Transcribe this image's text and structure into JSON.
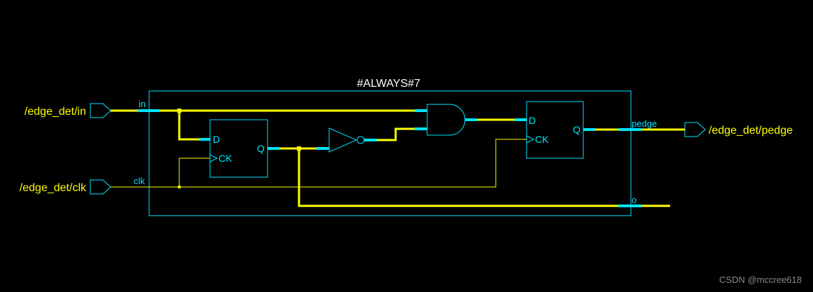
{
  "block": {
    "title": "#ALWAYS#7"
  },
  "ports": {
    "in_label": "/edge_det/in",
    "clk_label": "/edge_det/clk",
    "out_label": "/edge_det/pedge"
  },
  "nets": {
    "in_net": "in",
    "clk_net": "clk",
    "pedge_net": "pedge",
    "o_net": "o"
  },
  "flipflop1": {
    "d_pin": "D",
    "ck_pin": "CK",
    "q_pin": "Q"
  },
  "flipflop2": {
    "d_pin": "D",
    "ck_pin": "CK",
    "q_pin": "Q"
  },
  "watermark": "CSDN @mccree618",
  "colors": {
    "background": "#000000",
    "wire_active": "#ffff00",
    "outline": "#00e5ff"
  }
}
